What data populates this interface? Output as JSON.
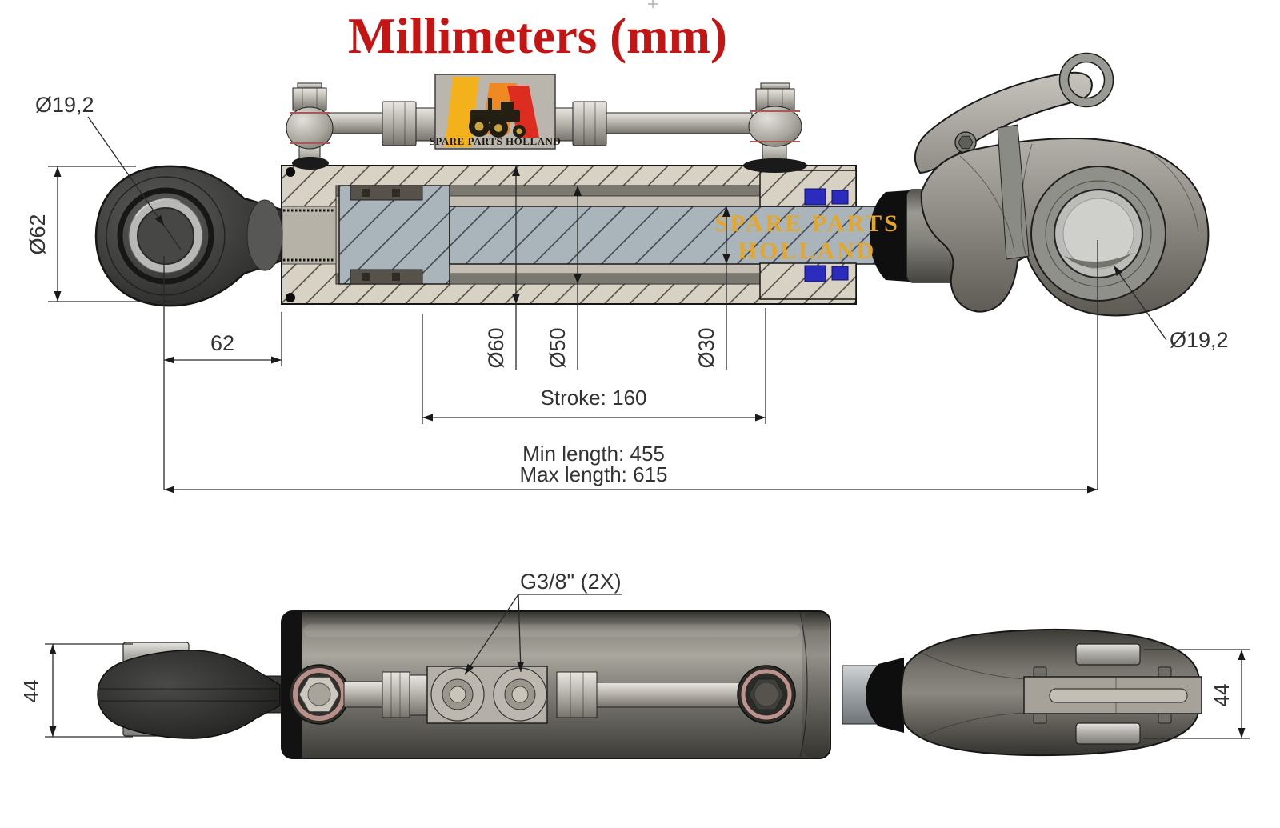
{
  "title": {
    "text": "Millimeters (mm)",
    "color": "#c41414"
  },
  "brand": {
    "logo_text": "SPARE PARTS HOLLAND",
    "watermark_line1": "SPARE PARTS",
    "watermark_line2": "HOLLAND",
    "watermark_color": "#e6a62a",
    "stripe_colors": [
      "#f3b21c",
      "#ee8a21",
      "#dd2c20"
    ]
  },
  "section_view": {
    "dims": {
      "eye_hole": "Ø19,2",
      "eye_outer": "Ø62",
      "eye_offset": "62",
      "cylinder_od": "Ø60",
      "bore": "Ø50",
      "rod": "Ø30",
      "stroke": "Stroke: 160",
      "min_length": "Min length: 455",
      "max_length": "Max length: 615",
      "hook_hole": "Ø19,2"
    }
  },
  "external_view": {
    "dims": {
      "ports": "G3/8\" (2X)",
      "eye_width": "44",
      "hook_width": "44"
    }
  },
  "colors": {
    "body_tan": "#d8d2c5",
    "rod_gray": "#aab4bb",
    "seal_blue": "#2b2bbe",
    "dim_line": "#2a2a2a"
  }
}
